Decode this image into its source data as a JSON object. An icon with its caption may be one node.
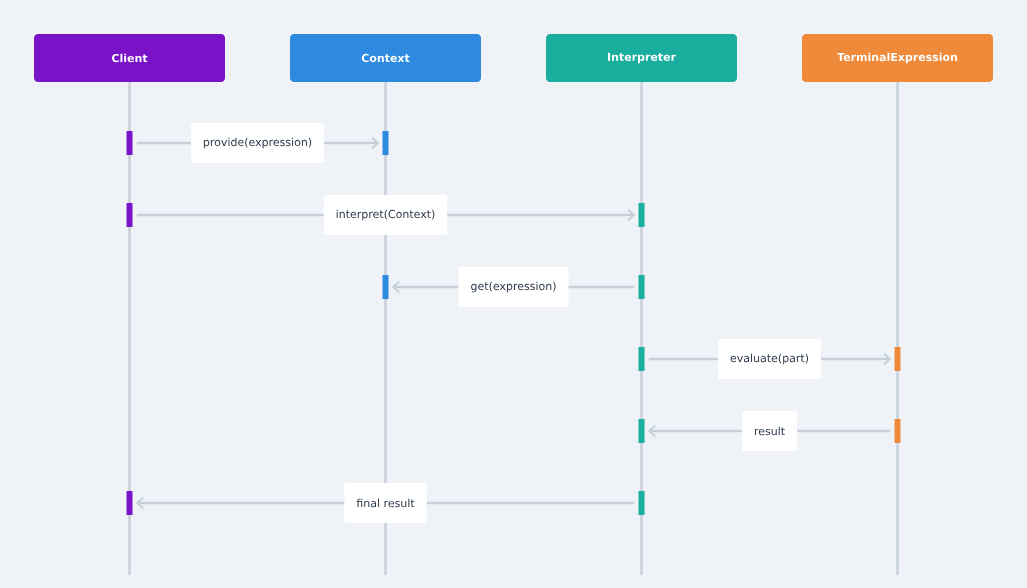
{
  "diagram": {
    "nodes": [
      {
        "text": [
          "Client"
        ]
      },
      {
        "text": [
          "Context"
        ]
      },
      {
        "text": [
          "Interpreter"
        ]
      },
      {
        "text": [
          "TerminalExpression"
        ]
      },
      {
        "text": [],
        "shape": "bar"
      },
      {
        "text": [],
        "shape": "bar"
      },
      {
        "text": [],
        "shape": "bar"
      },
      {
        "text": [],
        "shape": "bar"
      },
      {
        "text": [],
        "shape": "bar"
      },
      {
        "text": [],
        "shape": "bar"
      },
      {
        "text": [],
        "shape": "bar"
      },
      {
        "text": [],
        "shape": "bar"
      },
      {
        "text": [],
        "shape": "bar"
      },
      {
        "text": [],
        "shape": "bar"
      },
      {
        "text": [],
        "shape": "bar"
      },
      {
        "text": [],
        "shape": "bar"
      }
    ],
    "edges": [
      {
        "from": 4,
        "to": 5,
        "arrow": "to",
        "label": "provide(expression)"
      },
      {
        "from": 6,
        "to": 7,
        "arrow": "to",
        "label": "interpret(Context)"
      },
      {
        "from": 9,
        "to": 8,
        "arrow": "to",
        "label": "get(expression)"
      },
      {
        "from": 10,
        "to": 11,
        "arrow": "to",
        "label": "evaluate(part)"
      },
      {
        "from": 13,
        "to": 12,
        "arrow": "to",
        "label": "result"
      },
      {
        "from": 15,
        "to": 14,
        "arrow": "to",
        "label": "final result"
      }
    ]
  }
}
